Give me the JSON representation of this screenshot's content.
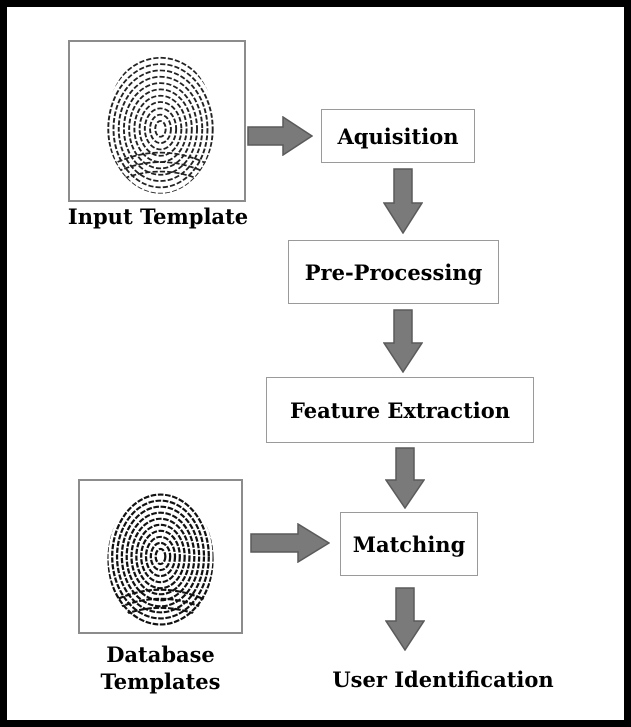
{
  "diagram": {
    "input_label": "Input Template",
    "database_label_line1": "Database",
    "database_label_line2": "Templates",
    "steps": {
      "acquisition": "Aquisition",
      "preprocessing": "Pre-Processing",
      "feature_extraction": "Feature Extraction",
      "matching": "Matching"
    },
    "output_label": "User Identification"
  },
  "colors": {
    "frame": "#000000",
    "arrow_fill": "#7a7a7a",
    "arrow_stroke": "#5a5a5a",
    "box_border": "#9a9a9a",
    "image_border": "#8c8c8c"
  },
  "icons": {
    "input_image": "fingerprint-image",
    "database_image": "fingerprint-image"
  }
}
